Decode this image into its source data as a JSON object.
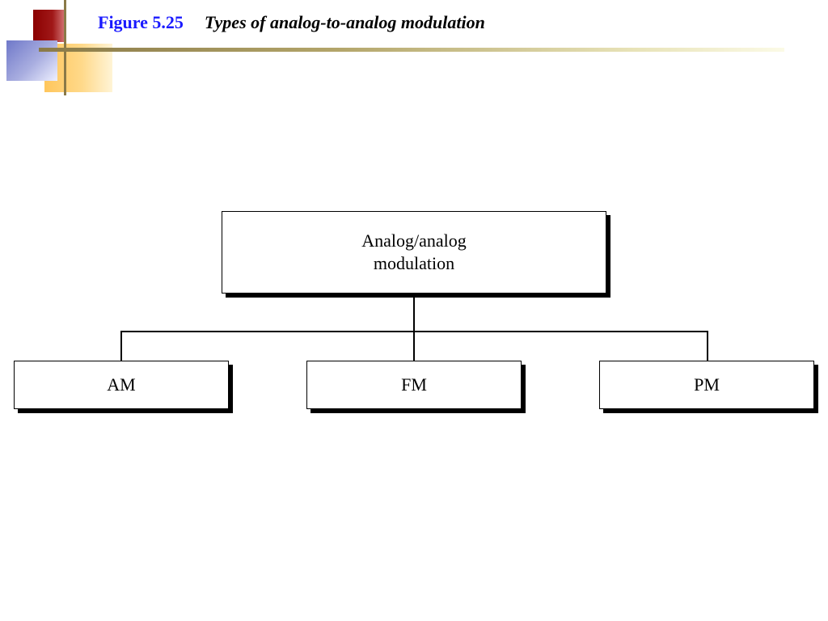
{
  "header": {
    "figure_number": "Figure 5.25",
    "caption": "Types of analog-to-analog modulation"
  },
  "diagram": {
    "root": {
      "label": "Analog/analog\nmodulation"
    },
    "children": [
      {
        "label": "AM"
      },
      {
        "label": "FM"
      },
      {
        "label": "PM"
      }
    ]
  },
  "colors": {
    "figure_number": "#1a1aff",
    "caption": "#000000",
    "box_border": "#000000",
    "connector": "#000000"
  }
}
